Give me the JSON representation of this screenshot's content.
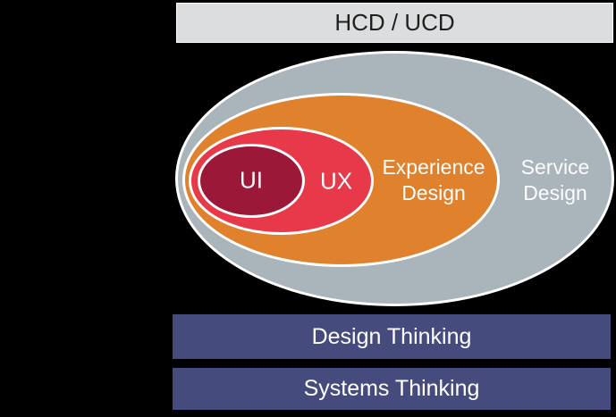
{
  "top_bar": {
    "label": "HCD / UCD"
  },
  "venn": {
    "rings": [
      {
        "label": "Service Design",
        "nesting_level": 1
      },
      {
        "label": "Experience Design",
        "nesting_level": 2
      },
      {
        "label": "UX",
        "nesting_level": 3
      },
      {
        "label": "UI",
        "nesting_level": 4
      }
    ],
    "labels": {
      "ui": "UI",
      "ux": "UX",
      "experience": {
        "line1": "Experience",
        "line2": "Design"
      },
      "service": {
        "line1": "Service",
        "line2": "Design"
      }
    }
  },
  "bottom_bars": [
    {
      "label": "Design Thinking"
    },
    {
      "label": "Systems Thinking"
    }
  ],
  "colors": {
    "background": "#000000",
    "top_bar_bg": "#dcddde",
    "top_bar_text": "#1f1f1f",
    "service_design": "#a9b5bb",
    "experience_design": "#e0812e",
    "ux": "#e8394b",
    "ui": "#9b1838",
    "ellipse_border": "#ffffff",
    "thinking_bar_bg": "#464b7e",
    "thinking_bar_text": "#ffffff"
  }
}
